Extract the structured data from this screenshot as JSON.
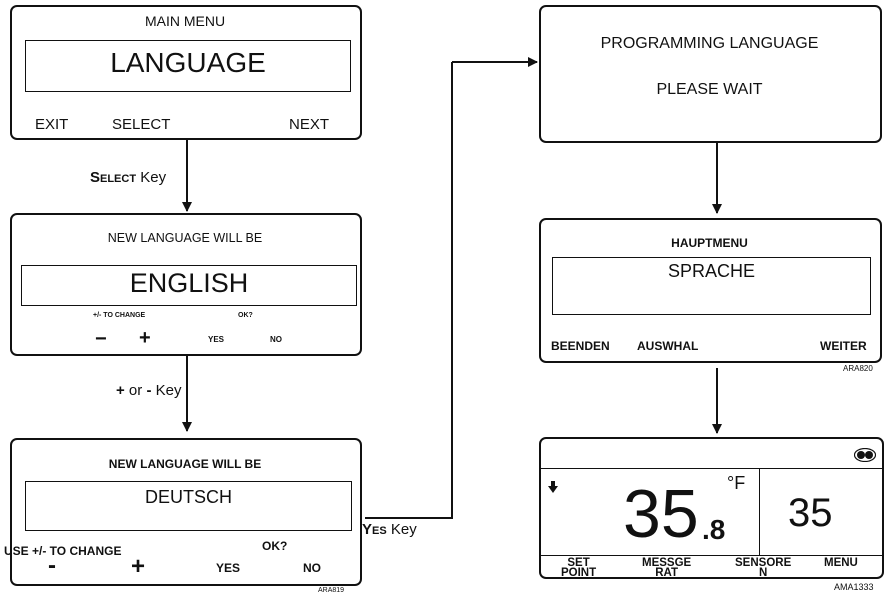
{
  "screen1": {
    "title": "MAIN MENU",
    "display": "LANGUAGE",
    "softkeys": [
      "EXIT",
      "SELECT",
      "NEXT"
    ]
  },
  "step1_label": {
    "key": "Select",
    "suffix": " Key"
  },
  "screen2": {
    "title": "NEW LANGUAGE WILL BE",
    "display": "ENGLISH",
    "change_hint": "+/- TO CHANGE",
    "confirm": "OK?",
    "minus": "−",
    "plus": "+",
    "yes": "YES",
    "no": "NO"
  },
  "step2_label": {
    "plus": "+",
    "or": " or ",
    "minus": "-",
    "suffix": " Key"
  },
  "screen3": {
    "title": "NEW LANGUAGE WILL BE",
    "display": "DEUTSCH",
    "change_hint": "USE +/- TO CHANGE",
    "confirm": "OK?",
    "minus": "-",
    "plus": "+",
    "yes": "YES",
    "no": "NO",
    "ref": "ARA819"
  },
  "step3_label": {
    "key": "Yes",
    "suffix": " Key"
  },
  "screen4": {
    "line1": "PROGRAMMING LANGUAGE",
    "line2": "PLEASE WAIT"
  },
  "screen5": {
    "title": "HAUPTMENU",
    "display": "SPRACHE",
    "softkeys": [
      "BEENDEN",
      "AUSWHAL",
      "WEITER"
    ],
    "ref": "ARA820"
  },
  "screen6": {
    "temperature_main": "35",
    "temperature_decimal": ".8",
    "unit": "°F",
    "setpoint_value": "35",
    "softkeys": [
      [
        "SET",
        "POINT"
      ],
      [
        "MESSGE",
        "RAT"
      ],
      [
        "SENSORE",
        "N"
      ],
      [
        "MENU",
        ""
      ]
    ],
    "ref": "AMA1333",
    "arrow_icon": "down-arrow-icon",
    "indicator_icon": "dual-light-icon"
  }
}
